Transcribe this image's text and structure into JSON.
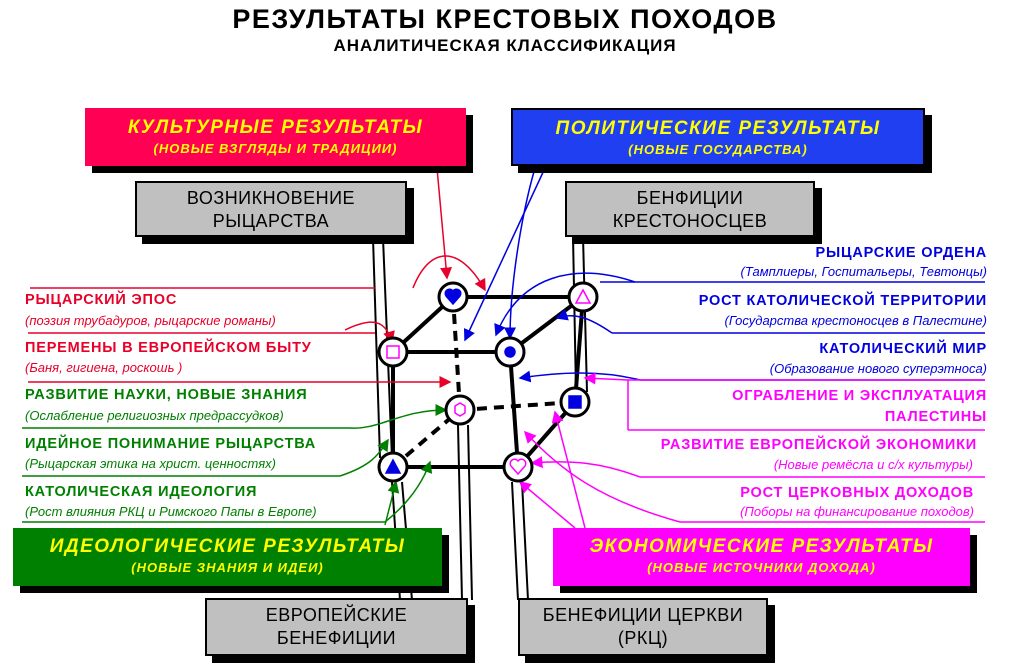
{
  "header": {
    "title": "РЕЗУЛЬТАТЫ  КРЕСТОВЫХ  ПОХОДОВ",
    "subtitle": "АНАЛИТИЧЕСКАЯ КЛАССИФИКАЦИЯ"
  },
  "categories": {
    "cultural": {
      "title": "КУЛЬТУРНЫЕ РЕЗУЛЬТАТЫ",
      "subtitle": "(НОВЫЕ ВЗГЛЯДЫ И ТРАДИЦИИ)",
      "color": "#ff0055"
    },
    "political": {
      "title": "ПОЛИТИЧЕСКИЕ  РЕЗУЛЬТАТЫ",
      "subtitle": "(НОВЫЕ ГОСУДАРСТВА)",
      "color": "#1f3ff0"
    },
    "ideological": {
      "title": "ИДЕОЛОГИЧЕСКИЕ  РЕЗУЛЬТАТЫ",
      "subtitle": "(НОВЫЕ ЗНАНИЯ И ИДЕИ)",
      "color": "#008000"
    },
    "economic": {
      "title": "ЭКОНОМИЧЕСКИЕ  РЕЗУЛЬТАТЫ",
      "subtitle": "(НОВЫЕ  ИСТОЧНИКИ  ДОХОДА)",
      "color": "#ff00ff"
    }
  },
  "beneficiaries": {
    "knighthood": {
      "line1": "ВОЗНИКНОВЕНИЕ",
      "line2": "РЫЦАРСТВА"
    },
    "crusaders": {
      "line1": "БЕНФИЦИИ",
      "line2": "КРЕСТОНОСЦЕВ"
    },
    "european": {
      "line1": "ЕВРОПЕЙСКИЕ",
      "line2": "БЕНЕФИЦИИ"
    },
    "church": {
      "line1": "БЕНЕФИЦИИ ЦЕРКВИ",
      "line2": "(РКЦ)"
    }
  },
  "cultural_items": [
    {
      "title": "РЫЦАРСКИЙ  ЭПОС",
      "detail": "(поэзия трубадуров, рыцарские романы)"
    },
    {
      "title": "ПЕРЕМЕНЫ  В  ЕВРОПЕЙСКОМ  БЫТУ",
      "detail": "(Баня, гигиена, роскошь )"
    }
  ],
  "ideological_items": [
    {
      "title": "РАЗВИТИЕ  НАУКИ,  НОВЫЕ  ЗНАНИЯ",
      "detail": "(Ослабление религиозных предрассудков)"
    },
    {
      "title": "ИДЕЙНОЕ  ПОНИМАНИЕ  РЫЦАРСТВА",
      "detail": "(Рыцарская этика на христ. ценностях)"
    },
    {
      "title": "КАТОЛИЧЕСКАЯ  ИДЕОЛОГИЯ",
      "detail": "(Рост влияния РКЦ и Римского Папы в Европе)"
    }
  ],
  "political_items": [
    {
      "title": "РЫЦАРСКИЕ  ОРДЕНА",
      "detail": "(Тамплиеры, Госпитальеры, Тевтонцы)"
    },
    {
      "title": "РОСТ  КАТОЛИЧЕСКОЙ  ТЕРРИТОРИИ",
      "detail": "(Государства крестоносцев в Палестине)"
    },
    {
      "title": "КАТОЛИЧЕСКИЙ  МИР",
      "detail": "(Образование нового суперэтноса)"
    }
  ],
  "economic_items": [
    {
      "title": "ОГРАБЛЕНИЕ  И  ЭКСПЛУАТАЦИЯ",
      "title2": "ПАЛЕСТИНЫ"
    },
    {
      "title": "РАЗВИТИЕ  ЕВРОПЕЙСКОЙ  ЭКОНОМИКИ",
      "detail": "(Новые ремёсла и с/х культуры)"
    },
    {
      "title": "РОСТ  ЦЕРКОВНЫХ  ДОХОДОВ",
      "detail": "(Поборы на финансирование походов)"
    }
  ],
  "cube_nodes": [
    {
      "id": "top-back-left",
      "symbol": "heart"
    },
    {
      "id": "top-back-right",
      "symbol": "triangle-outline"
    },
    {
      "id": "top-front-left",
      "symbol": "square-outline"
    },
    {
      "id": "top-front-right",
      "symbol": "circle"
    },
    {
      "id": "bottom-back-left",
      "symbol": "hexagon"
    },
    {
      "id": "bottom-back-right",
      "symbol": "square"
    },
    {
      "id": "bottom-front-left",
      "symbol": "triangle"
    },
    {
      "id": "bottom-front-right",
      "symbol": "heart-outline"
    }
  ]
}
